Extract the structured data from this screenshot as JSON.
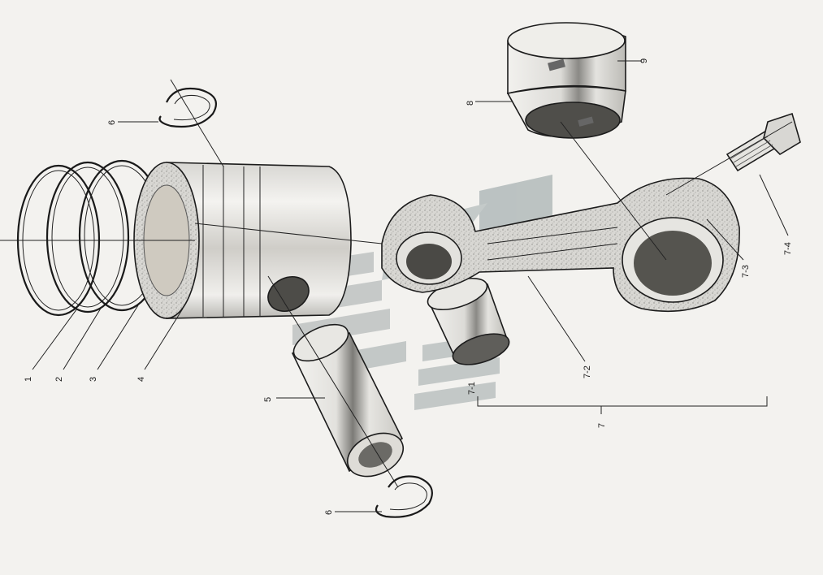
{
  "labels": {
    "l1": "1",
    "l2": "2",
    "l3": "3",
    "l4": "4",
    "l5": "5",
    "l6a": "6",
    "l6b": "6",
    "l7": "7",
    "l7_1": "7-1",
    "l7_2": "7-2",
    "l7_3": "7-3",
    "l7_4": "7-4",
    "l8": "8",
    "l9": "9"
  },
  "colors": {
    "line": "#1c1c1c",
    "metal_light": "#e9e8e4",
    "metal_mid": "#c9c8c3",
    "metal_dark": "#8c8b87",
    "watermark": "#9aa4a4"
  }
}
